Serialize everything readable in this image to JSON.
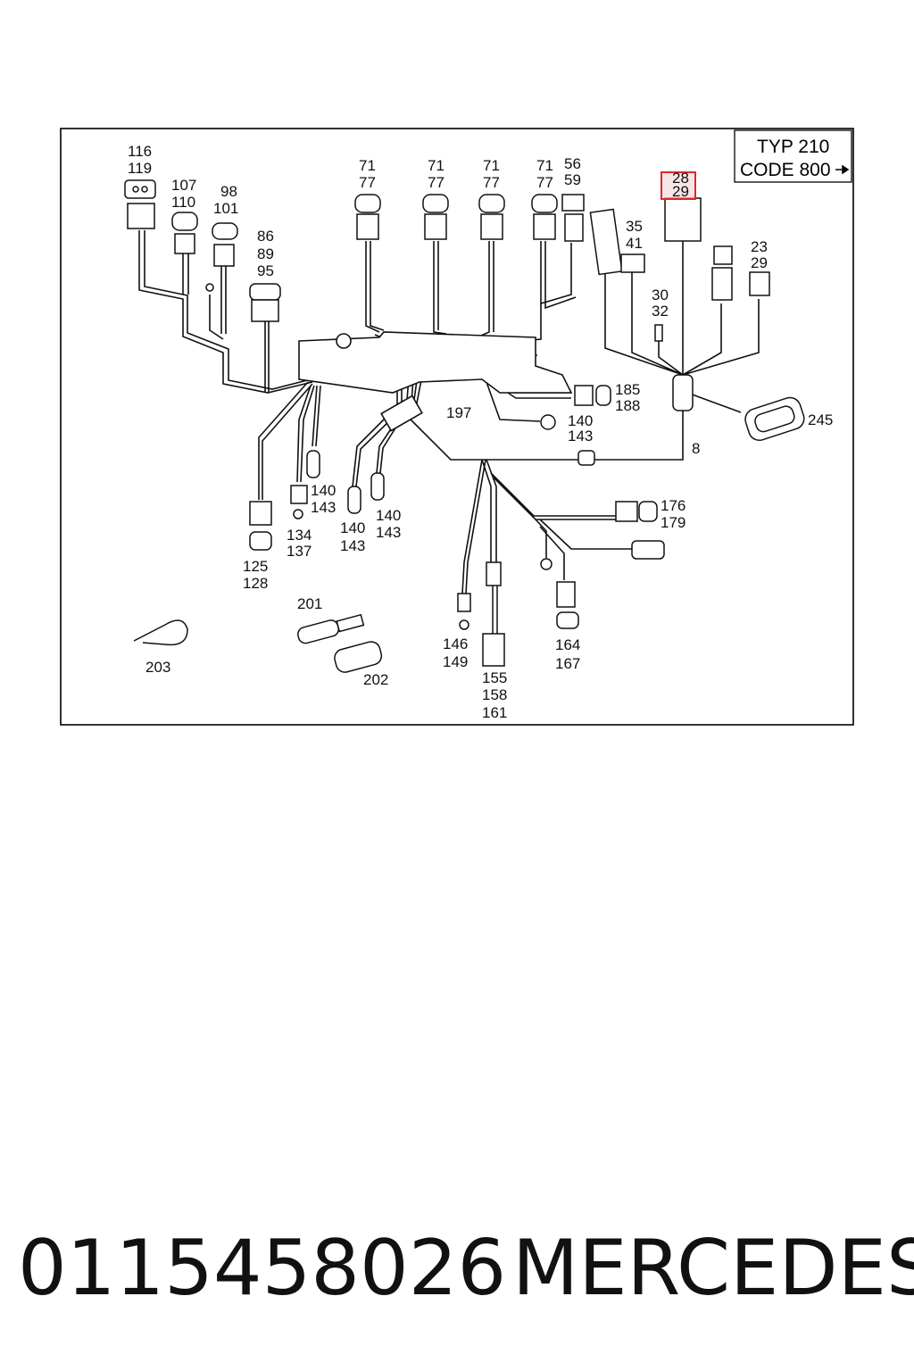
{
  "header_box": {
    "line1": "TYP 210",
    "line2": "CODE 800"
  },
  "highlight": {
    "top": "28",
    "bottom": "29",
    "color": "#e0262a"
  },
  "labels": {
    "l116": "116",
    "l119": "119",
    "l107": "107",
    "l110": "110",
    "l98": "98",
    "l101": "101",
    "l86": "86",
    "l89": "89",
    "l95": "95",
    "l71a": "71",
    "l77a": "77",
    "l71b": "71",
    "l77b": "77",
    "l71c": "71",
    "l77c": "77",
    "l71d": "71",
    "l77d": "77",
    "l56": "56",
    "l59": "59",
    "l35": "35",
    "l41": "41",
    "l23": "23",
    "l29b": "29",
    "l30": "30",
    "l32": "32",
    "l185": "185",
    "l188": "188",
    "l197": "197",
    "l140a": "140",
    "l143a": "143",
    "l245": "245",
    "l8": "8",
    "l140b": "140",
    "l143b": "143",
    "l134": "134",
    "l137": "137",
    "l140c": "140",
    "l143c": "143",
    "l140d": "140",
    "l143d": "143",
    "l125": "125",
    "l128": "128",
    "l176": "176",
    "l179": "179",
    "l201": "201",
    "l202": "202",
    "l203": "203",
    "l146": "146",
    "l149": "149",
    "l155": "155",
    "l158": "158",
    "l161": "161",
    "l164": "164",
    "l167": "167"
  },
  "footer": {
    "part_number": "0115458026",
    "brand": "MERCEDES"
  }
}
